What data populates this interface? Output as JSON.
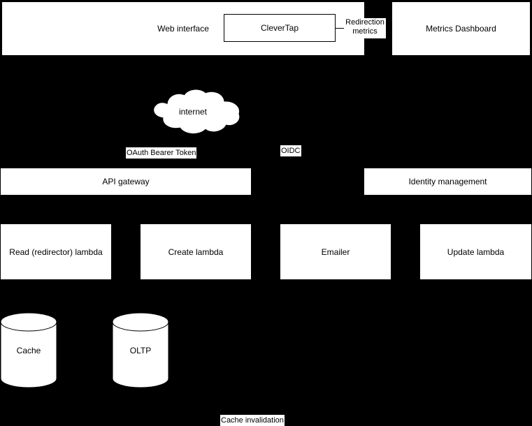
{
  "diagram": {
    "title": "URL shortener architecture diagram",
    "background_color": "#000000",
    "node_fill_color": "#ffffff",
    "node_stroke_color": "#000000",
    "text_color": "#000000",
    "nodes": {
      "web_interface": {
        "label": "Web interface",
        "shape": "rectangle"
      },
      "clevertap": {
        "label": "CleverTap",
        "shape": "rectangle"
      },
      "metrics_dashboard": {
        "label": "Metrics Dashboard",
        "shape": "rectangle"
      },
      "internet": {
        "label": "internet",
        "shape": "cloud"
      },
      "api_gateway": {
        "label": "API gateway",
        "shape": "rectangle"
      },
      "identity_management": {
        "label": "Identity management",
        "shape": "rectangle"
      },
      "read_lambda": {
        "label": "Read (redirector) lambda",
        "shape": "rectangle"
      },
      "create_lambda": {
        "label": "Create lambda",
        "shape": "rectangle"
      },
      "emailer": {
        "label": "Emailer",
        "shape": "rectangle"
      },
      "update_lambda": {
        "label": "Update lambda",
        "shape": "rectangle"
      },
      "cache": {
        "label": "Cache",
        "shape": "cylinder"
      },
      "oltp": {
        "label": "OLTP",
        "shape": "cylinder"
      }
    },
    "edge_labels": {
      "redirection_metrics": "Redirection metrics",
      "oauth_bearer_token": "OAuth Bearer Token",
      "oidc": "OIDC",
      "cache_invalidation": "Cache invalidation"
    }
  }
}
